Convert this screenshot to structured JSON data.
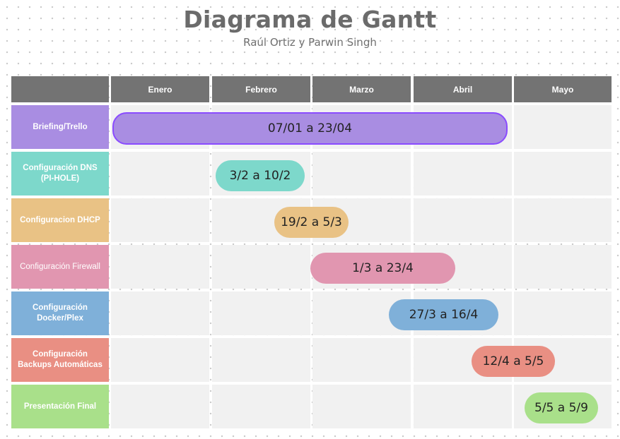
{
  "title": "Diagrama de Gantt",
  "subtitle": "Raúl Ortiz y Parwin Singh",
  "months": [
    "Enero",
    "Febrero",
    "Marzo",
    "Abril",
    "Mayo"
  ],
  "tasks": [
    {
      "label": "Briefing/Trello",
      "bar_label": "07/01 a 23/04",
      "start": "07/01",
      "end": "23/04",
      "color": "#a98de2",
      "selected": true
    },
    {
      "label": "Configuración DNS\n(PI-HOLE)",
      "bar_label": "3/2 a 10/2",
      "start": "3/2",
      "end": "10/2",
      "color": "#7dd8cb"
    },
    {
      "label": "Configuracion DHCP",
      "bar_label": "19/2 a 5/3",
      "start": "19/2",
      "end": "5/3",
      "color": "#e9c285"
    },
    {
      "label": "Configuración Firewall",
      "bar_label": "1/3 a 23/4",
      "start": "1/3",
      "end": "23/4",
      "color": "#e196b0",
      "light": true
    },
    {
      "label": "Configuración\nDocker/Plex",
      "bar_label": "27/3 a 16/4",
      "start": "27/3",
      "end": "16/4",
      "color": "#7fb0d9"
    },
    {
      "label": "Configuración\nBackups Automáticas",
      "bar_label": "12/4 a 5/5",
      "start": "12/4",
      "end": "5/5",
      "color": "#e98f83"
    },
    {
      "label": "Presentación Final",
      "bar_label": "5/5 a 5/9",
      "start": "5/5",
      "end": "5/9",
      "color": "#a9e08a"
    }
  ]
}
